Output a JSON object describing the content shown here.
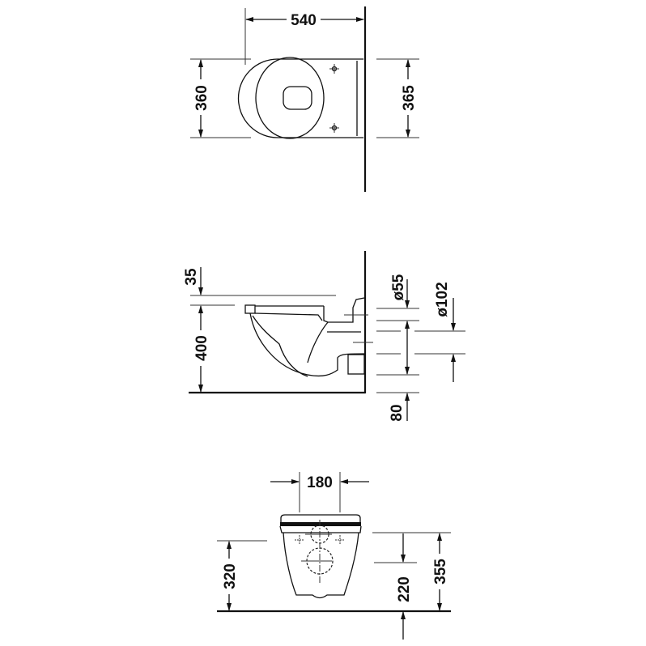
{
  "top_view": {
    "width_dim": "540",
    "depth_left_dim": "360",
    "depth_right_dim": "365"
  },
  "side_view": {
    "seat_dim": "35",
    "height_dim": "400",
    "inlet_dim": "ø55",
    "outlet_dim": "ø102",
    "outlet_offset_dim": "80"
  },
  "front_view": {
    "fixing_spacing_dim": "180",
    "fixing_height_dim": "320",
    "outlet_height_dim": "220",
    "inlet_height_dim": "355"
  }
}
